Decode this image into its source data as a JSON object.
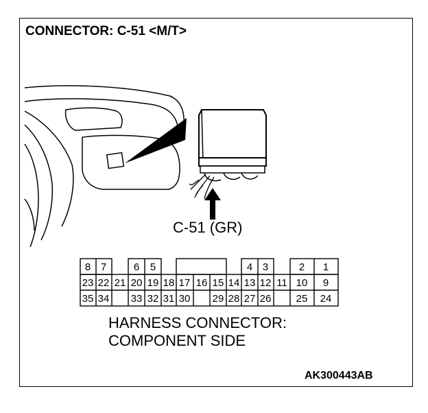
{
  "title": "CONNECTOR: C-51 <M/T>",
  "callout": "C-51 (GR)",
  "caption_line1": "HARNESS CONNECTOR:",
  "caption_line2": "COMPONENT SIDE",
  "figure_id": "AK300443AB",
  "pins": {
    "row1": [
      "8",
      "7",
      "6",
      "5",
      "4",
      "3",
      "2",
      "1"
    ],
    "row2": [
      "23",
      "22",
      "21",
      "20",
      "19",
      "18",
      "17",
      "16",
      "15",
      "14",
      "13",
      "12",
      "11",
      "10",
      "9"
    ],
    "row3": [
      "35",
      "34",
      "33",
      "32",
      "31",
      "30",
      "29",
      "28",
      "27",
      "26",
      "25",
      "24"
    ]
  }
}
